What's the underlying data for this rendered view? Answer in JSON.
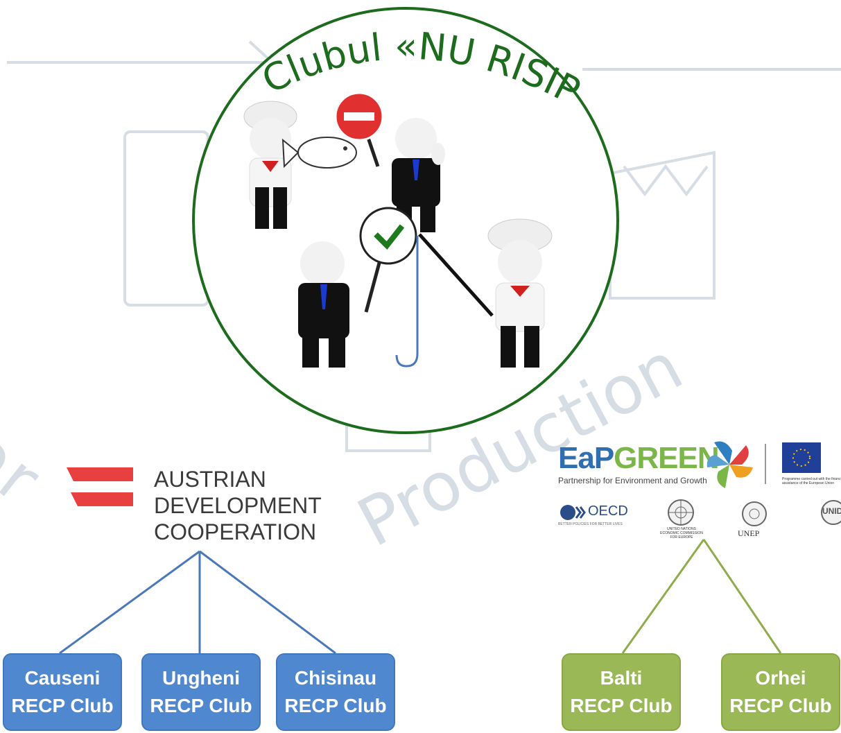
{
  "title": "Clubul «NU RISIPI»",
  "background": {
    "word1": "Cleaner",
    "word2": "Production"
  },
  "austrian": {
    "line1": "AUSTRIAN",
    "line2": "DEVELOPMENT",
    "line3": "COOPERATION"
  },
  "eapgreen": {
    "title_part1": "EaP",
    "title_part2": "GREEN",
    "subtitle": "Partnership for Environment and Growth",
    "eu_note": "Programme carried out with the financial assistance of the European Union",
    "oecd": "OECD",
    "oecd_sub": "BETTER POLICIES FOR BETTER LIVES",
    "un_sub": "UNITED NATIONS ECONOMIC COMMISSION FOR EUROPE",
    "unep": "UNEP",
    "unido": "UNIDO"
  },
  "clubs_blue": [
    {
      "name": "Causeni",
      "label": "RECP Club"
    },
    {
      "name": "Ungheni",
      "label": "RECP Club"
    },
    {
      "name": "Chisinau",
      "label": "RECP Club"
    }
  ],
  "clubs_green": [
    {
      "name": "Balti",
      "label": "RECP Club"
    },
    {
      "name": "Orhei",
      "label": "RECP Club"
    }
  ],
  "colors": {
    "blue_box": "#4f88cf",
    "green_box": "#9ab856",
    "circle": "#1d6b1d",
    "blue_line": "#4a78b8",
    "green_line": "#8fac4a"
  }
}
